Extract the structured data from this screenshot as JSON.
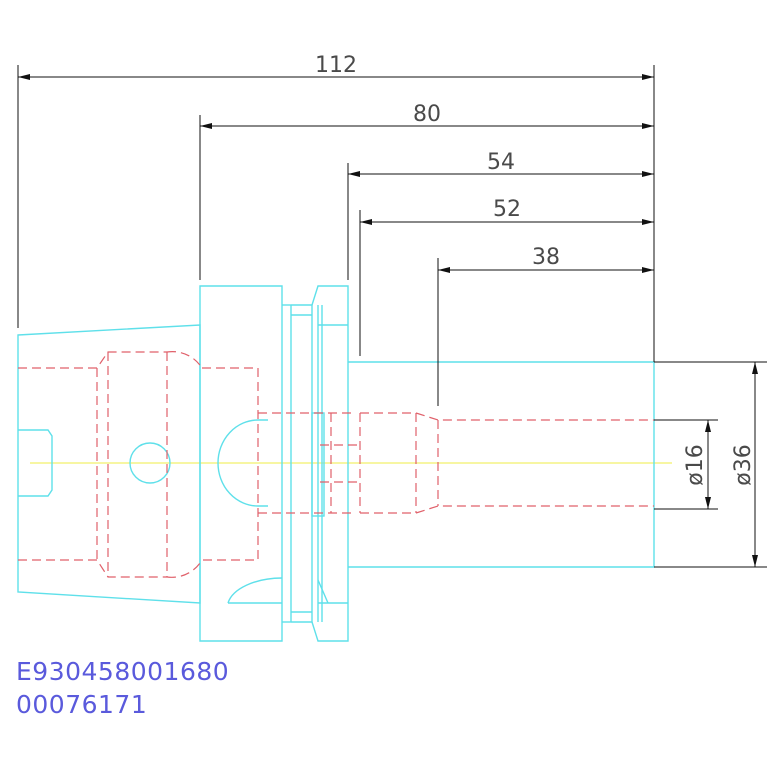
{
  "dimensions": {
    "d112": "112",
    "d80": "80",
    "d54": "54",
    "d52": "52",
    "d38": "38",
    "dia16": "ø16",
    "dia36": "ø36"
  },
  "part_id": {
    "code": "E930458001680",
    "number": "00076171"
  },
  "colors": {
    "outline": "#5fe0ea",
    "hidden_lines": "#e0606a",
    "centerline": "#f2f06a",
    "dimension_lines": "#111111",
    "id_text": "#5a5adc"
  }
}
